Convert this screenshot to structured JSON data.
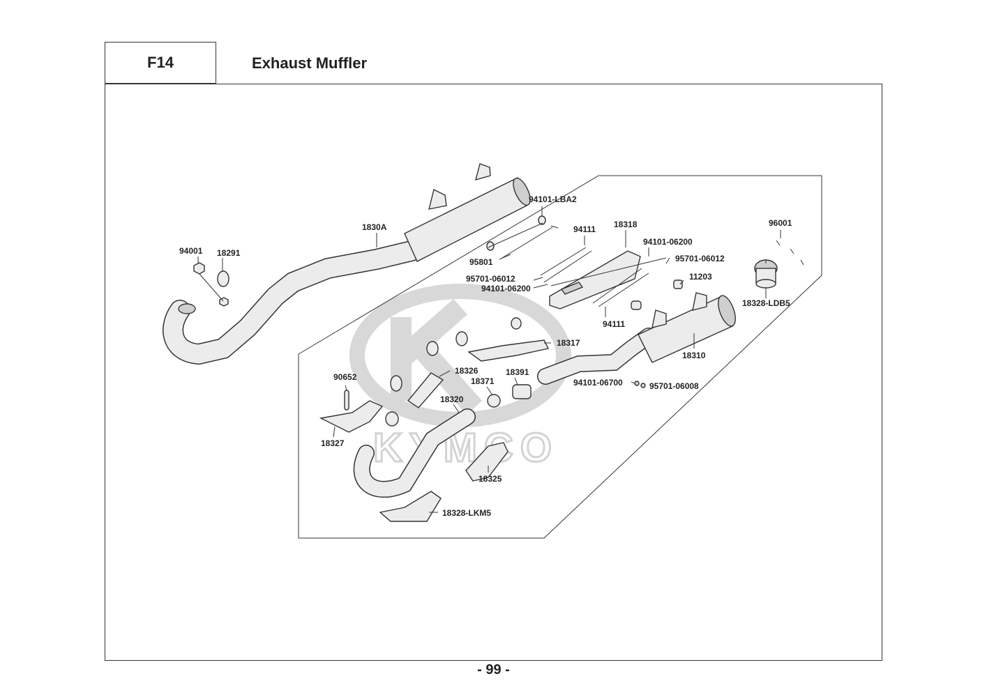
{
  "header": {
    "section_code": "F14",
    "title": "Exhaust Muffler"
  },
  "watermark": {
    "brand": "KYMCO"
  },
  "part_numbers": {
    "p94001": "94001",
    "p18291": "18291",
    "p1830A": "1830A",
    "p94101_LBA2": "94101-LBA2",
    "p95801": "95801",
    "p94111_a": "94111",
    "p18318": "18318",
    "p94101_06200_a": "94101-06200",
    "p95701_06012_a": "95701-06012",
    "p95701_06012_b": "95701-06012",
    "p94101_06200_b": "94101-06200",
    "p96001": "96001",
    "p11203": "11203",
    "p18328_LDB5": "18328-LDB5",
    "p94111_b": "94111",
    "p18317": "18317",
    "p18310": "18310",
    "p90652": "90652",
    "p18326": "18326",
    "p18391": "18391",
    "p18371": "18371",
    "p94101_06700": "94101-06700",
    "p95701_06008": "95701-06008",
    "p18320": "18320",
    "p18327": "18327",
    "p18325": "18325",
    "p18328_LKM5": "18328-LKM5"
  },
  "footer": {
    "page_number": "- 99 -"
  }
}
